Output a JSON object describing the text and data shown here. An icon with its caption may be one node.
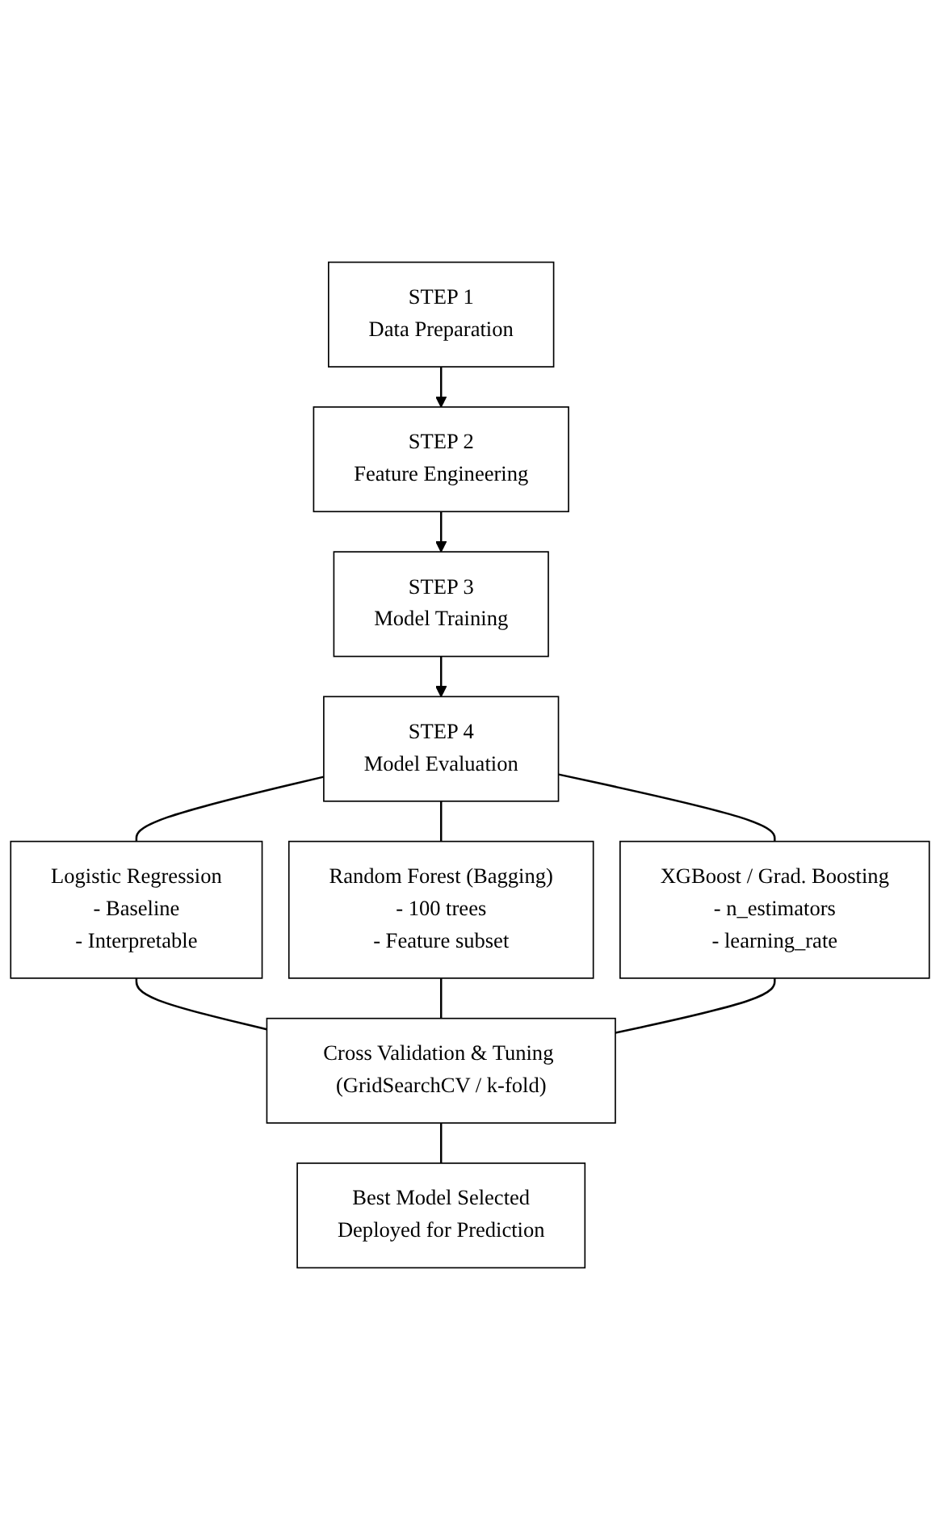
{
  "diagram": {
    "nodes": [
      {
        "text": [
          "STEP 1",
          "Data Preparation"
        ]
      },
      {
        "text": [
          "STEP 2",
          "Feature Engineering"
        ]
      },
      {
        "text": [
          "STEP 3",
          "Model Training"
        ]
      },
      {
        "text": [
          "STEP 4",
          "Model Evaluation"
        ]
      },
      {
        "text": [
          "Logistic Regression",
          "- Baseline",
          "- Interpretable"
        ]
      },
      {
        "text": [
          "Random Forest (Bagging)",
          "- 100 trees",
          "- Feature subset"
        ]
      },
      {
        "text": [
          "XGBoost / Grad. Boosting",
          "- n_estimators",
          "- learning_rate"
        ]
      },
      {
        "text": [
          "Cross Validation & Tuning (GridSearchCV / k-fold)"
        ]
      },
      {
        "text": [
          "Best Model Selected",
          "Deployed for Prediction"
        ]
      }
    ],
    "edges": [
      {
        "from": 0,
        "to": 1,
        "arrow": "to"
      },
      {
        "from": 1,
        "to": 2,
        "arrow": "to"
      },
      {
        "from": 2,
        "to": 3,
        "arrow": "to"
      },
      {
        "from": 3,
        "to": 4,
        "arrow": "none"
      },
      {
        "from": 3,
        "to": 5,
        "arrow": "none"
      },
      {
        "from": 3,
        "to": 6,
        "arrow": "none"
      },
      {
        "from": 4,
        "to": 7,
        "arrow": "none"
      },
      {
        "from": 5,
        "to": 7,
        "arrow": "none"
      },
      {
        "from": 6,
        "to": 7,
        "arrow": "none"
      },
      {
        "from": 7,
        "to": 8,
        "arrow": "none"
      }
    ]
  }
}
